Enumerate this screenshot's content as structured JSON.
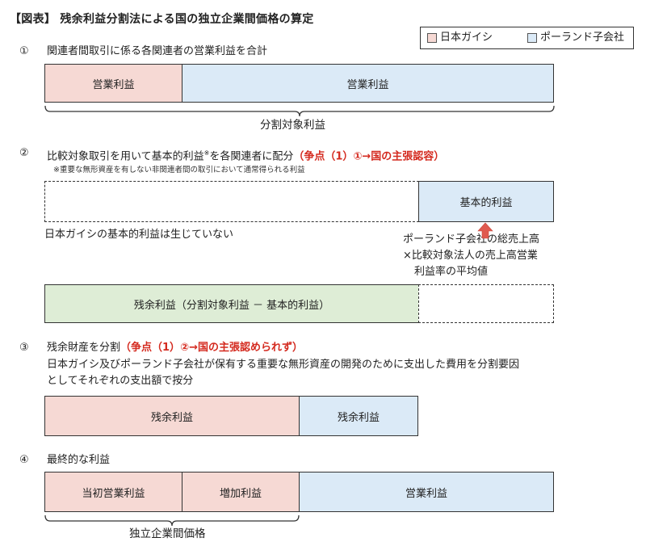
{
  "title": "【図表】 残余利益分割法による国の独立企業間価格の算定",
  "legend": {
    "ngk": "日本ガイシ",
    "subsidiary": "ポーランド子会社"
  },
  "step1": {
    "num": "①",
    "text": "関連者間取引に係る各関連者の営業利益を合計",
    "box_left": "営業利益",
    "box_right": "営業利益",
    "brace_label": "分割対象利益"
  },
  "step2": {
    "num": "②",
    "text": "比較対象取引を用いて基本的利益",
    "mark": "※",
    "text_after": "を各関連者に配分",
    "issue": "（争点（1）①→国の主張認容）",
    "note": "※重要な無形資産を有しない非関連者間の取引において通常得られる利益",
    "basic_box": "基本的利益",
    "no_basic": "日本ガイシの基本的利益は生じていない",
    "formula": [
      "ポーランド子会社の総売上高",
      "×比較対象法人の売上高営業",
      "利益率の平均値"
    ],
    "residual_box": "残余利益（分割対象利益 － 基本的利益）"
  },
  "step3": {
    "num": "③",
    "text": "残余財産を分割",
    "issue": "（争点（1）②→国の主張認められず）",
    "desc_line1": "日本ガイシ及びポーランド子会社が保有する重要な無形資産の開発のために支出した費用を分割要因",
    "desc_line2": "としてそれぞれの支出額で按分",
    "box_left": "残余利益",
    "box_right": "残余利益"
  },
  "step4": {
    "num": "④",
    "text": "最終的な利益",
    "box_initial": "当初営業利益",
    "box_increase": "増加利益",
    "box_sub": "営業利益",
    "brace_label": "独立企業間価格"
  },
  "colors": {
    "ngk_fill": "#f6d9d4",
    "subsidiary_fill": "#dbeaf7",
    "residual_fill": "#deedd6",
    "issue_red": "#d42a1f"
  }
}
